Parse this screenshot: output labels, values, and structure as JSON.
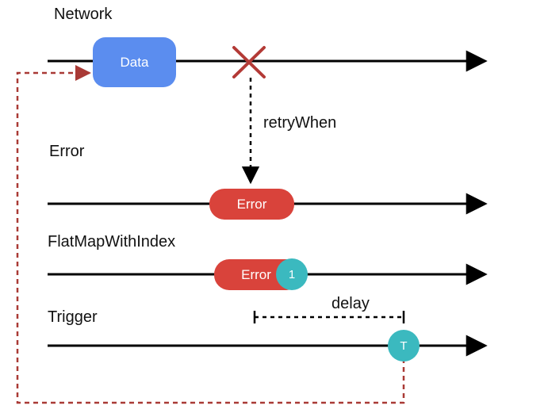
{
  "labels": {
    "network": "Network",
    "retry_when": "retryWhen",
    "error_stream": "Error",
    "flatmap": "FlatMapWithIndex",
    "delay": "delay",
    "trigger": "Trigger"
  },
  "chips": {
    "data": "Data",
    "error_main": "Error",
    "error_flatmap": "Error",
    "index": "1",
    "trigger": "T"
  },
  "colors": {
    "data_chip": "#5b8def",
    "error_chip": "#d9433b",
    "teal_chip": "#3bb9bf",
    "retry_dashed": "#a93a36",
    "cross": "#b33a36",
    "line": "#000000"
  }
}
